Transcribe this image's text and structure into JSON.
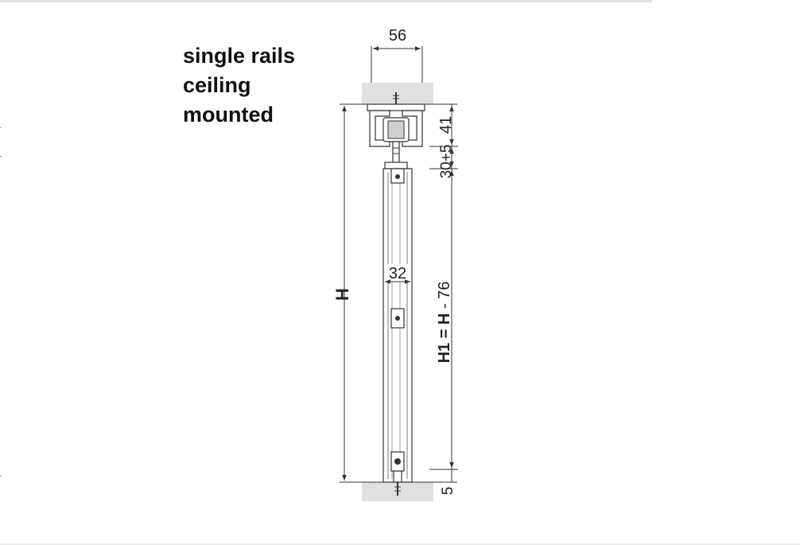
{
  "heading": {
    "line1": "single rails",
    "line2": "ceiling",
    "line3": "mounted"
  },
  "dimensions": {
    "rail_width": "56",
    "rail_height": "41",
    "gap": "30+5",
    "panel_width": "32",
    "total_height": "H",
    "panel_height": "H1 = H - 76",
    "floor_gap": "5"
  },
  "colors": {
    "line": "#333333",
    "ceiling": "#e0e0e0",
    "rail_fill": "#ffffff"
  }
}
